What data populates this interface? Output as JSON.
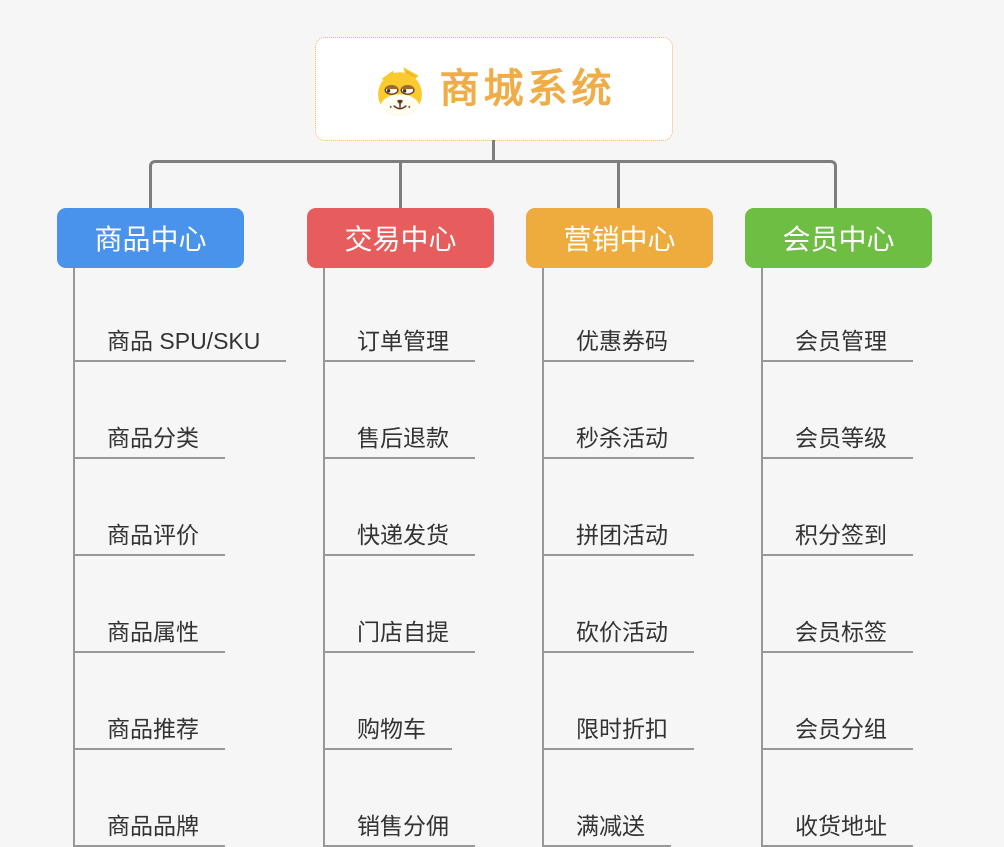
{
  "root": {
    "title": "商城系统",
    "icon": "dog-face-icon",
    "text_color": "#f0ac47",
    "border_color": "#f2b45c"
  },
  "connector_color": "#7e7e7e",
  "leaf_line_color": "#989898",
  "branches": [
    {
      "label": "商品中心",
      "color": "#4a93ec",
      "children": [
        "商品 SPU/SKU",
        "商品分类",
        "商品评价",
        "商品属性",
        "商品推荐",
        "商品品牌"
      ]
    },
    {
      "label": "交易中心",
      "color": "#e75c5c",
      "children": [
        "订单管理",
        "售后退款",
        "快递发货",
        "门店自提",
        "购物车",
        "销售分佣"
      ]
    },
    {
      "label": "营销中心",
      "color": "#efac3e",
      "children": [
        "优惠券码",
        "秒杀活动",
        "拼团活动",
        "砍价活动",
        "限时折扣",
        "满减送"
      ]
    },
    {
      "label": "会员中心",
      "color": "#6fbe44",
      "children": [
        "会员管理",
        "会员等级",
        "积分签到",
        "会员标签",
        "会员分组",
        "收货地址"
      ]
    }
  ]
}
